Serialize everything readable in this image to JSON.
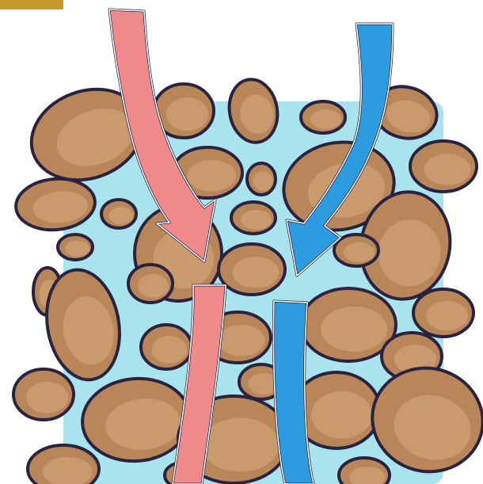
{
  "diagram": {
    "colors": {
      "background": "#ffffff",
      "water": "#a8e3ee",
      "stone_body": "#b9865a",
      "stone_highlight": "#c99a6d",
      "stone_outline": "#2a2340",
      "arrow_red": "#f08a8a",
      "arrow_blue": "#2c9be0",
      "corner_tab": "#c89a2c"
    },
    "arrows": [
      {
        "name": "red-flow",
        "color_key": "arrow_red",
        "segments": 2
      },
      {
        "name": "blue-flow",
        "color_key": "arrow_blue",
        "segments": 2
      }
    ]
  }
}
